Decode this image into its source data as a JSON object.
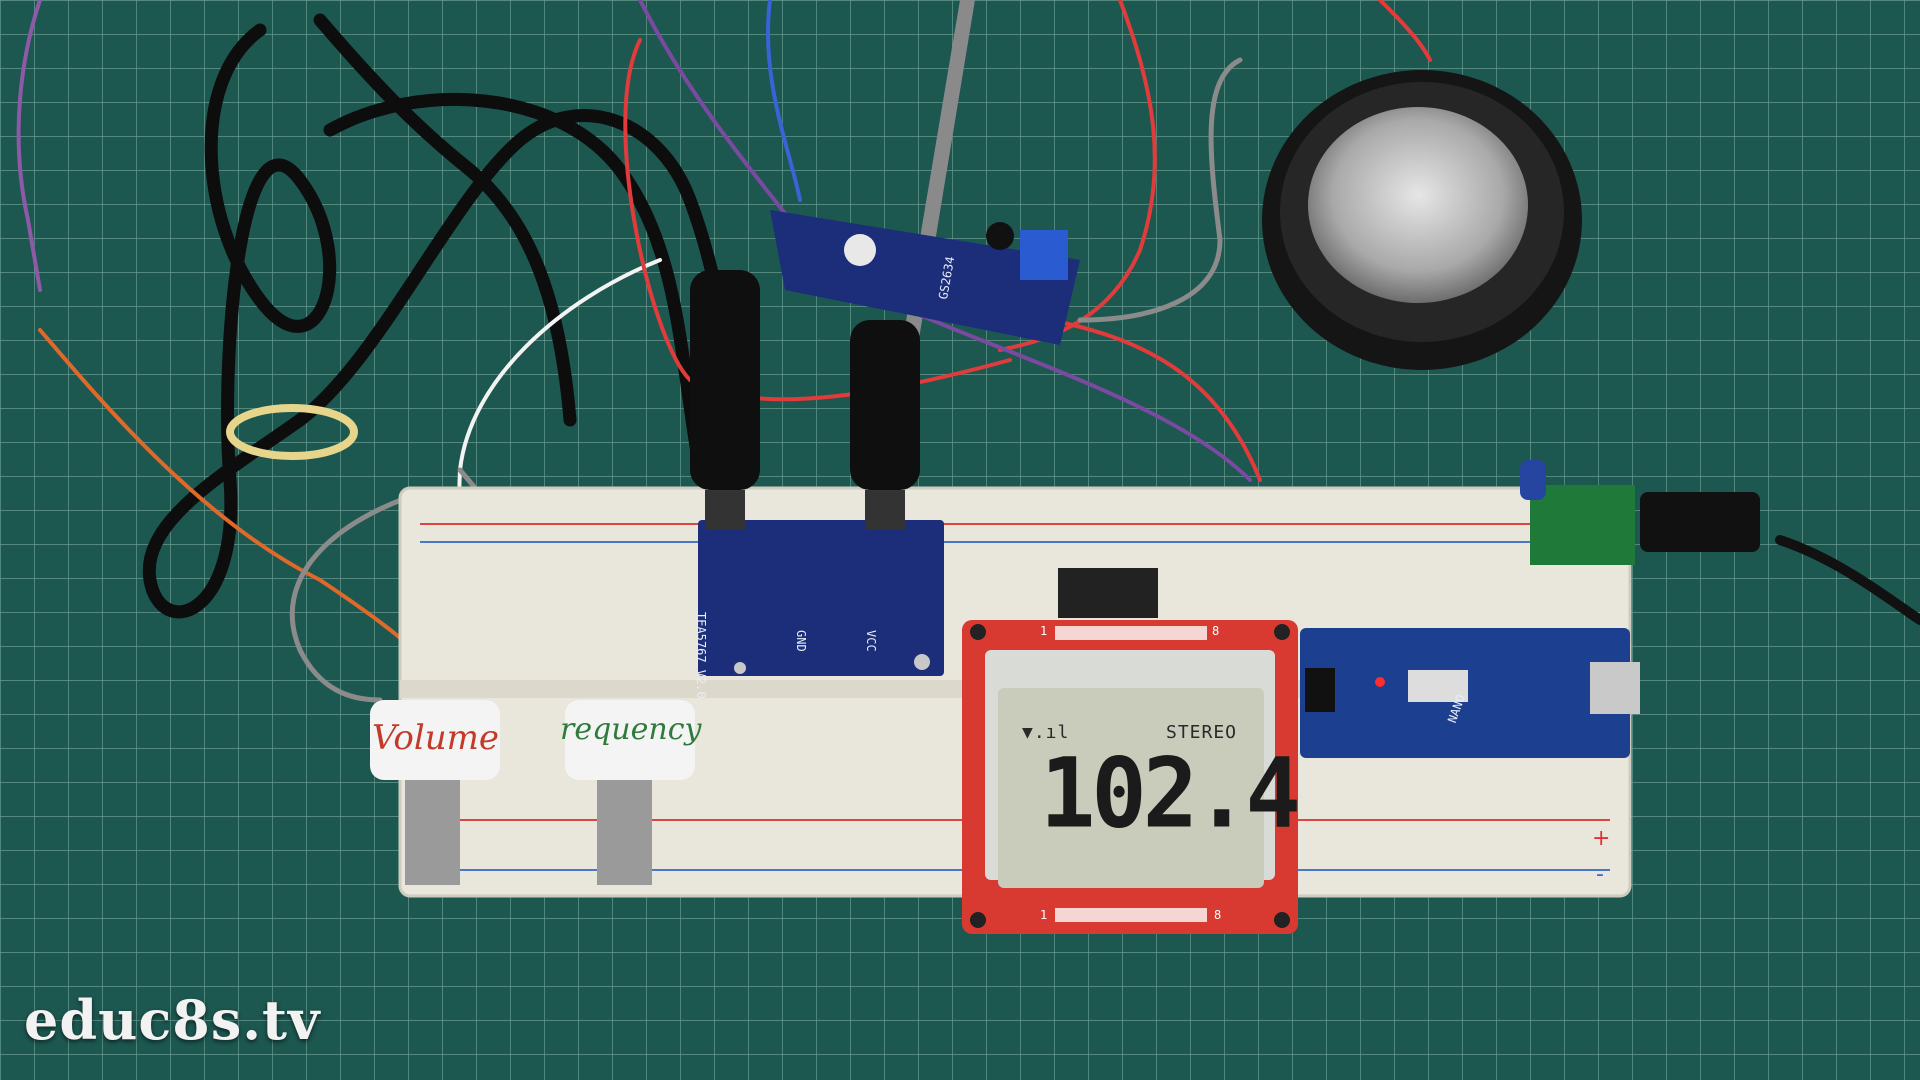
{
  "lcd": {
    "status_left": "▼.ıl",
    "status_right": "STEREO",
    "frequency": "102.4",
    "pin_top_left": "1",
    "pin_top_right": "8",
    "pin_bottom_left": "1",
    "pin_bottom_right": "8"
  },
  "knobs": {
    "volume_label": "Volume",
    "frequency_label": "requency"
  },
  "modules": {
    "tea5767_label": "TEA5767 V2.0",
    "tea5767_pins_left": "GND",
    "tea5767_pins_right": "VCC",
    "amp_label": "GS2634",
    "nano_label": "NANO"
  },
  "breadboard": {
    "plus_sign": "+",
    "minus_sign": "-"
  },
  "watermark": "educ8s.tv",
  "colors": {
    "mat": "#1f5f57",
    "grid": "#7fb3a8",
    "lcd_pcb": "#d83a32",
    "lcd_screen": "#c9ccbb",
    "module_pcb": "#1c2d7a",
    "breadboard": "#e9e6dc"
  }
}
